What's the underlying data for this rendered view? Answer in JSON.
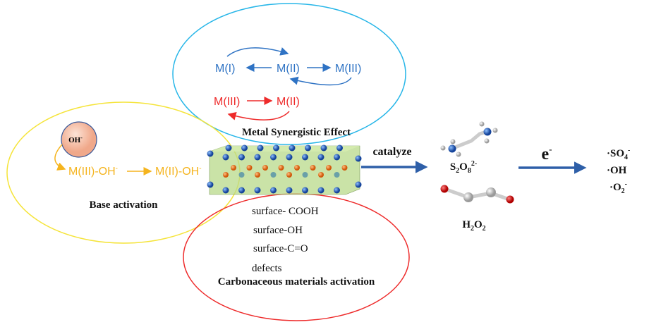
{
  "metal": {
    "cycle_blue": [
      "M(I)",
      "M(II)",
      "M(III)"
    ],
    "cycle_red": [
      "M(III)",
      "M(II)"
    ],
    "title": "Metal Synergistic Effect"
  },
  "base": {
    "oh_bubble": "OH",
    "oh_charge": "-",
    "species": [
      "M(III)-OH",
      "M(II)-OH"
    ],
    "charge": "-",
    "title": "Base activation"
  },
  "carbon": {
    "items": [
      "surface- COOH",
      "surface-OH",
      "surface-C=O",
      "defects"
    ],
    "title": "Carbonaceous materials activation"
  },
  "oxidants": {
    "catalyze": "catalyze",
    "s2o8_parts": [
      "S",
      "2",
      "O",
      "8",
      "2-"
    ],
    "h2o2_parts": [
      "H",
      "2",
      "O",
      "2"
    ]
  },
  "electron": {
    "base": "e",
    "charge": "-"
  },
  "radicals": {
    "so4_parts": [
      "·SO",
      "4",
      "-"
    ],
    "oh": "·OH",
    "o2_parts": [
      "·O",
      "2",
      "-"
    ]
  },
  "colors": {
    "blue": "#2f73c4",
    "red": "#ee2b2b",
    "orange": "#f5b41e",
    "cyan_ellipse": "#27b6e8",
    "yellow_ellipse": "#f5e43a",
    "arrow": "#2e5fa8"
  }
}
